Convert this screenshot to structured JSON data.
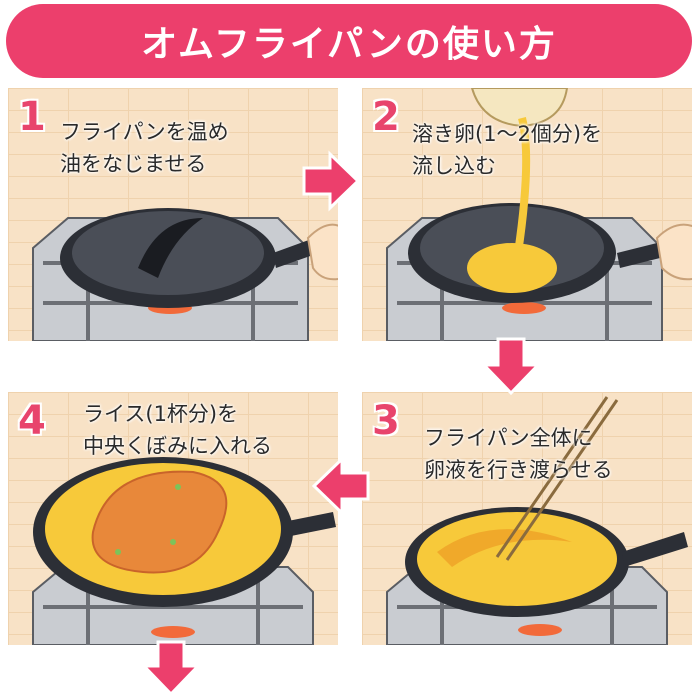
{
  "title": "オムフライパンの使い方",
  "colors": {
    "accent": "#ec3f6c",
    "panel_bg": "#f8e2c6",
    "egg": "#f7c93a",
    "rice": "#e8883a",
    "pan": "#2c2f36",
    "stove": "#b9bcc2",
    "flame": "#f26a3a"
  },
  "steps": [
    {
      "number": "1",
      "lines": [
        "フライパンを温め",
        "油をなじませる"
      ]
    },
    {
      "number": "2",
      "lines": [
        "溶き卵(1～2個分)を",
        "流し込む"
      ]
    },
    {
      "number": "3",
      "lines": [
        "フライパン全体に",
        "卵液を行き渡らせる"
      ]
    },
    {
      "number": "4",
      "lines": [
        "ライス(1杯分)を",
        "中央くぼみに入れる"
      ]
    }
  ],
  "arrows": [
    "right",
    "down",
    "left",
    "down"
  ]
}
